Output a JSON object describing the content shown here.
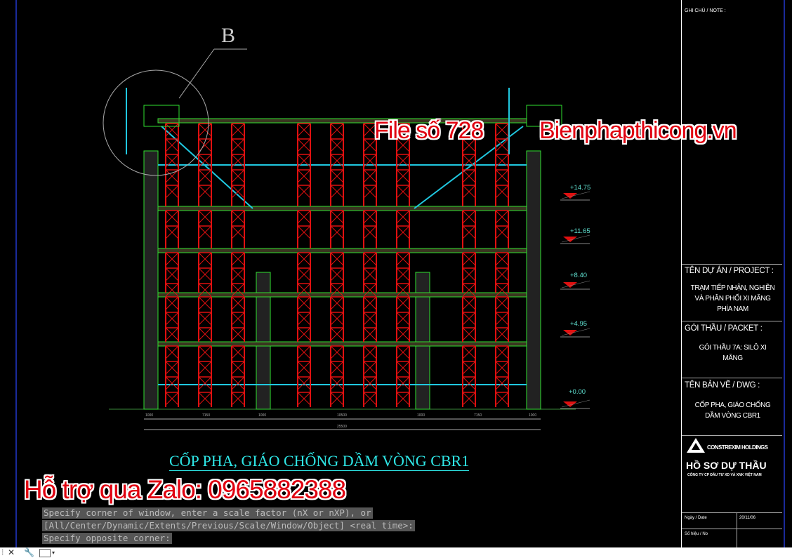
{
  "drawing": {
    "title": "CỐP PHA, GIÁO CHỐNG DẦM VÒNG CBR1",
    "detail_callout": "B",
    "levels": [
      "+14.75",
      "+11.65",
      "+8.40",
      "+4.95",
      "+0.00"
    ],
    "dimensions": [
      "1000",
      "7150",
      "1000",
      "10500",
      "1000",
      "7150",
      "1000"
    ],
    "total_dimension": "25500",
    "colors": {
      "scaffold": "#e01010",
      "brace": "#20c8e0",
      "slab": "#30e030",
      "wall": "#888888"
    }
  },
  "title_block": {
    "note_label": "GHI CHÚ / NOTE :",
    "project_label": "TÊN DỰ ÁN / PROJECT :",
    "project_value": "TRẠM TIẾP NHẬN, NGHIỀN VÀ PHÂN PHỐI XI MĂNG PHÍA NAM",
    "packet_label": "GÓI THẦU / PACKET :",
    "packet_value": "GÓI THẦU 7A: SILÔ XI MĂNG",
    "dwg_label": "TÊN BẢN VẼ / DWG :",
    "dwg_value": "CỐP PHA, GIÁO CHỐNG DẦM VÒNG CBR1",
    "company": "CONSTREXIM HOLDINGS",
    "dossier": "HỒ SƠ DỰ THẦU",
    "company_sub": "CÔNG TY CP ĐẦU TƯ XD VÀ XNK VIỆT NAM",
    "date_label": "Ngày / Date",
    "date_value": "20/11/06",
    "number_label": "Số hiệu / No"
  },
  "watermarks": {
    "file": "File số 728",
    "site": "Bienphapthicong.vn",
    "zalo": "Hỗ trợ qua Zalo: 0965882388"
  },
  "command_line": [
    "Specify corner of window, enter a scale factor (nX or nXP), or",
    "[All/Center/Dynamic/Extents/Previous/Scale/Window/Object] <real time>:",
    "Specify opposite corner:"
  ]
}
